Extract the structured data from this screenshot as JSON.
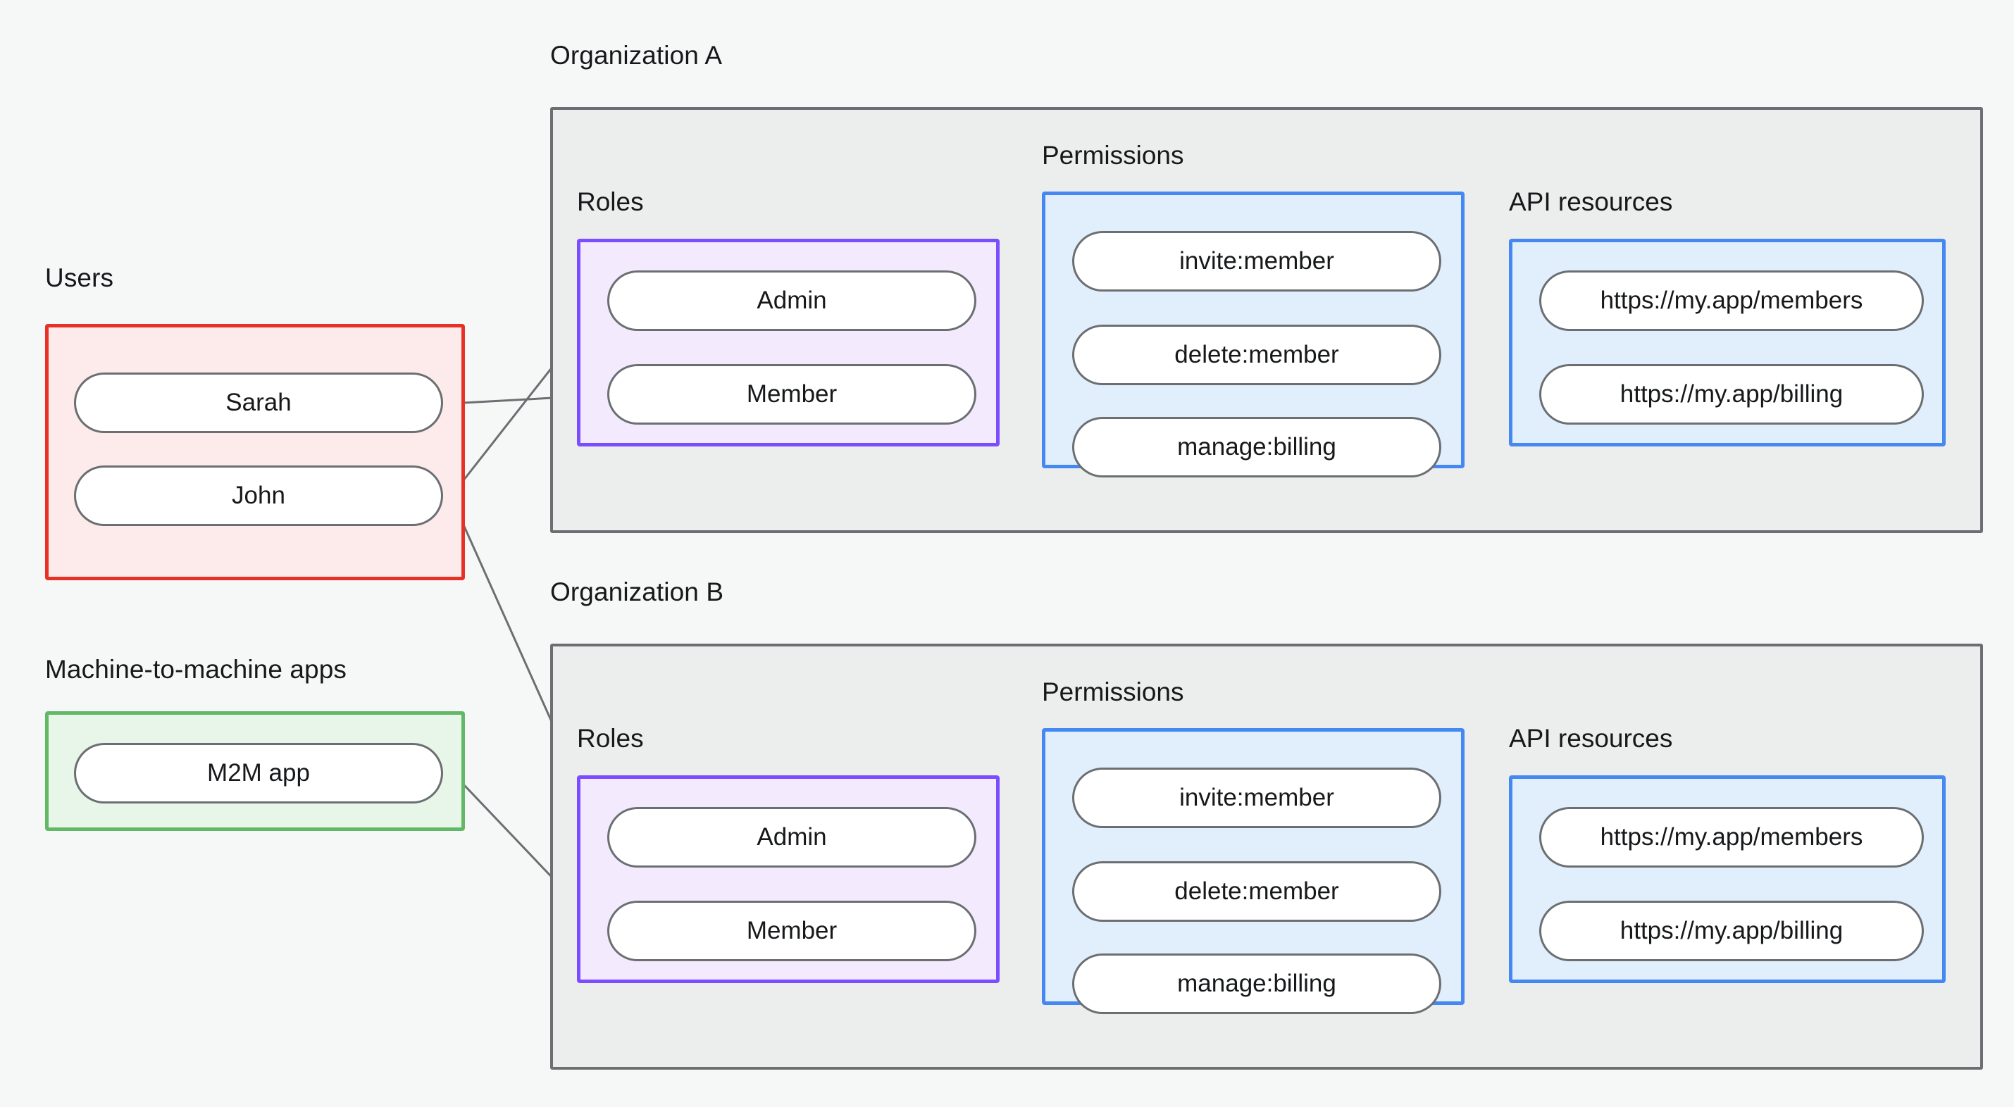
{
  "diagram": {
    "background_color": "#f6f8f8",
    "edge_color": "#6b6f71",
    "node_border_color": "#6b6f71",
    "node_fill_color": "#ffffff"
  },
  "sections": {
    "users": {
      "label": "Users",
      "border_color": "#e73127",
      "fill_color": "#fdeaea",
      "items": [
        {
          "label": "Sarah"
        },
        {
          "label": "John"
        }
      ]
    },
    "m2m": {
      "label": "Machine-to-machine apps",
      "border_color": "#62b866",
      "fill_color": "#e8f6e9",
      "items": [
        {
          "label": "M2M app"
        }
      ]
    }
  },
  "organizations": [
    {
      "label": "Organization A",
      "panel_color": "#eceeed",
      "panel_border_color": "#6b6f71",
      "roles": {
        "label": "Roles",
        "border_color": "#7c4dff",
        "fill_color": "#f3ebfd",
        "items": [
          {
            "label": "Admin"
          },
          {
            "label": "Member"
          }
        ]
      },
      "permissions": {
        "label": "Permissions",
        "border_color": "#4688f1",
        "fill_color": "#e1effc",
        "items": [
          {
            "label": "invite:member"
          },
          {
            "label": "delete:member"
          },
          {
            "label": "manage:billing"
          }
        ]
      },
      "api_resources": {
        "label": "API resources",
        "border_color": "#4688f1",
        "fill_color": "#e1effc",
        "items": [
          {
            "label": "https://my.app/members"
          },
          {
            "label": "https://my.app/billing"
          }
        ]
      }
    },
    {
      "label": "Organization B",
      "panel_color": "#eceeed",
      "panel_border_color": "#6b6f71",
      "roles": {
        "label": "Roles",
        "border_color": "#7c4dff",
        "fill_color": "#f3ebfd",
        "items": [
          {
            "label": "Admin"
          },
          {
            "label": "Member"
          }
        ]
      },
      "permissions": {
        "label": "Permissions",
        "border_color": "#4688f1",
        "fill_color": "#e1effc",
        "items": [
          {
            "label": "invite:member"
          },
          {
            "label": "delete:member"
          },
          {
            "label": "manage:billing"
          }
        ]
      },
      "api_resources": {
        "label": "API resources",
        "border_color": "#4688f1",
        "fill_color": "#e1effc",
        "items": [
          {
            "label": "https://my.app/members"
          },
          {
            "label": "https://my.app/billing"
          }
        ]
      }
    }
  ],
  "connections": [
    {
      "from": "Sarah",
      "to": "Organization A / Member"
    },
    {
      "from": "John",
      "to": "Organization A / Admin"
    },
    {
      "from": "John",
      "to": "Organization B / Admin"
    },
    {
      "from": "M2M app",
      "to": "Organization B / Member"
    },
    {
      "from": "Organization A / Admin",
      "to": "Organization A / invite:member"
    },
    {
      "from": "Organization A / Admin",
      "to": "Organization A / delete:member"
    },
    {
      "from": "Organization A / Member",
      "to": "Organization A / manage:billing"
    },
    {
      "from": "Organization A / invite:member",
      "to": "Organization A / https://my.app/members"
    },
    {
      "from": "Organization A / delete:member",
      "to": "Organization A / https://my.app/members"
    },
    {
      "from": "Organization A / manage:billing",
      "to": "Organization A / https://my.app/billing"
    },
    {
      "from": "Organization B / Admin",
      "to": "Organization B / invite:member"
    },
    {
      "from": "Organization B / Admin",
      "to": "Organization B / delete:member"
    },
    {
      "from": "Organization B / Member",
      "to": "Organization B / manage:billing"
    },
    {
      "from": "Organization B / invite:member",
      "to": "Organization B / https://my.app/members"
    },
    {
      "from": "Organization B / delete:member",
      "to": "Organization B / https://my.app/members"
    },
    {
      "from": "Organization B / manage:billing",
      "to": "Organization B / https://my.app/billing"
    }
  ]
}
